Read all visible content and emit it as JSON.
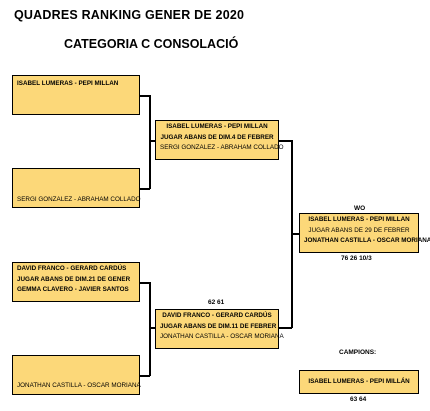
{
  "header": {
    "title": "QUADRES RANKING GENER DE 2020",
    "subtitle": "CATEGORIA C CONSOLACIÓ"
  },
  "round1": [
    {
      "lines": [
        "ISABEL LUMERAS - PEPI MILLAN"
      ]
    },
    {
      "lines": [
        "SERGI GONZALEZ - ABRAHAM COLLADO"
      ]
    },
    {
      "lines": [
        "DAVID FRANCO - GERARD CARDÚS",
        "JUGAR ABANS DE DIM.21 DE GENER",
        "GEMMA CLAVERO - JAVIER SANTOS"
      ]
    },
    {
      "lines": [
        "JONATHAN CASTILLA - OSCAR MORIANA"
      ]
    }
  ],
  "round2": [
    {
      "lines": [
        "ISABEL LUMERAS - PEPI MILLAN",
        "JUGAR ABANS DE DIM.4 DE FEBRER",
        "SERGI GONZALEZ - ABRAHAM COLLADO"
      ]
    },
    {
      "lines": [
        "DAVID FRANCO - GERARD CARDÚS",
        "JUGAR ABANS DE DIM.11 DE FEBRER",
        "JONATHAN CASTILLA - OSCAR MORIANA"
      ]
    }
  ],
  "final": {
    "lines": [
      "ISABEL LUMERAS - PEPI MILLAN",
      "JUGAR ABANS DE 29 DE FEBRER",
      "JONATHAN CASTILLA - OSCAR MORIANA"
    ]
  },
  "champion": {
    "label": "CAMPIONS:",
    "name": "ISABEL LUMERAS - PEPI MILLÁN"
  },
  "notes": {
    "wo": "WO",
    "semi2_score": "62 61",
    "final_score": "76 26 10/3",
    "champion_score": "63 64"
  }
}
